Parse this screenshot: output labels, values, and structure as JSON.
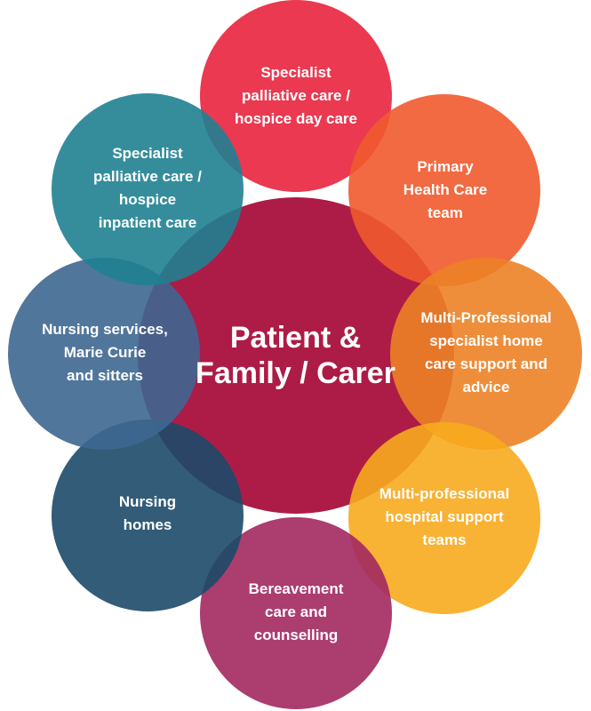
{
  "center": {
    "label": "Patient &\nFamily / Carer",
    "color": "#ad1c46"
  },
  "services": [
    {
      "id": "hospice-day-care",
      "label": "Specialist\npalliative care /\nhospice day care",
      "color": "#e8243d"
    },
    {
      "id": "primary-health-care",
      "label": "Primary\nHealth Care\nteam",
      "color": "#ef5a2e"
    },
    {
      "id": "home-care-support",
      "label": "Multi-Professional\nspecialist home\ncare support and\nadvice",
      "color": "#ec8226"
    },
    {
      "id": "hospital-support",
      "label": "Multi-professional\nhospital support\nteams",
      "color": "#f7aa1e"
    },
    {
      "id": "bereavement",
      "label": "Bereavement\ncare and\ncounselling",
      "color": "#a2285f"
    },
    {
      "id": "nursing-homes",
      "label": "Nursing\nhomes",
      "color": "#1c4a68"
    },
    {
      "id": "nursing-services",
      "label": "Nursing services,\nMarie Curie\nand sitters",
      "color": "#3e6790"
    },
    {
      "id": "hospice-inpatient",
      "label": "Specialist\npalliative care /\nhospice\ninpatient care",
      "color": "#1f8191"
    }
  ]
}
